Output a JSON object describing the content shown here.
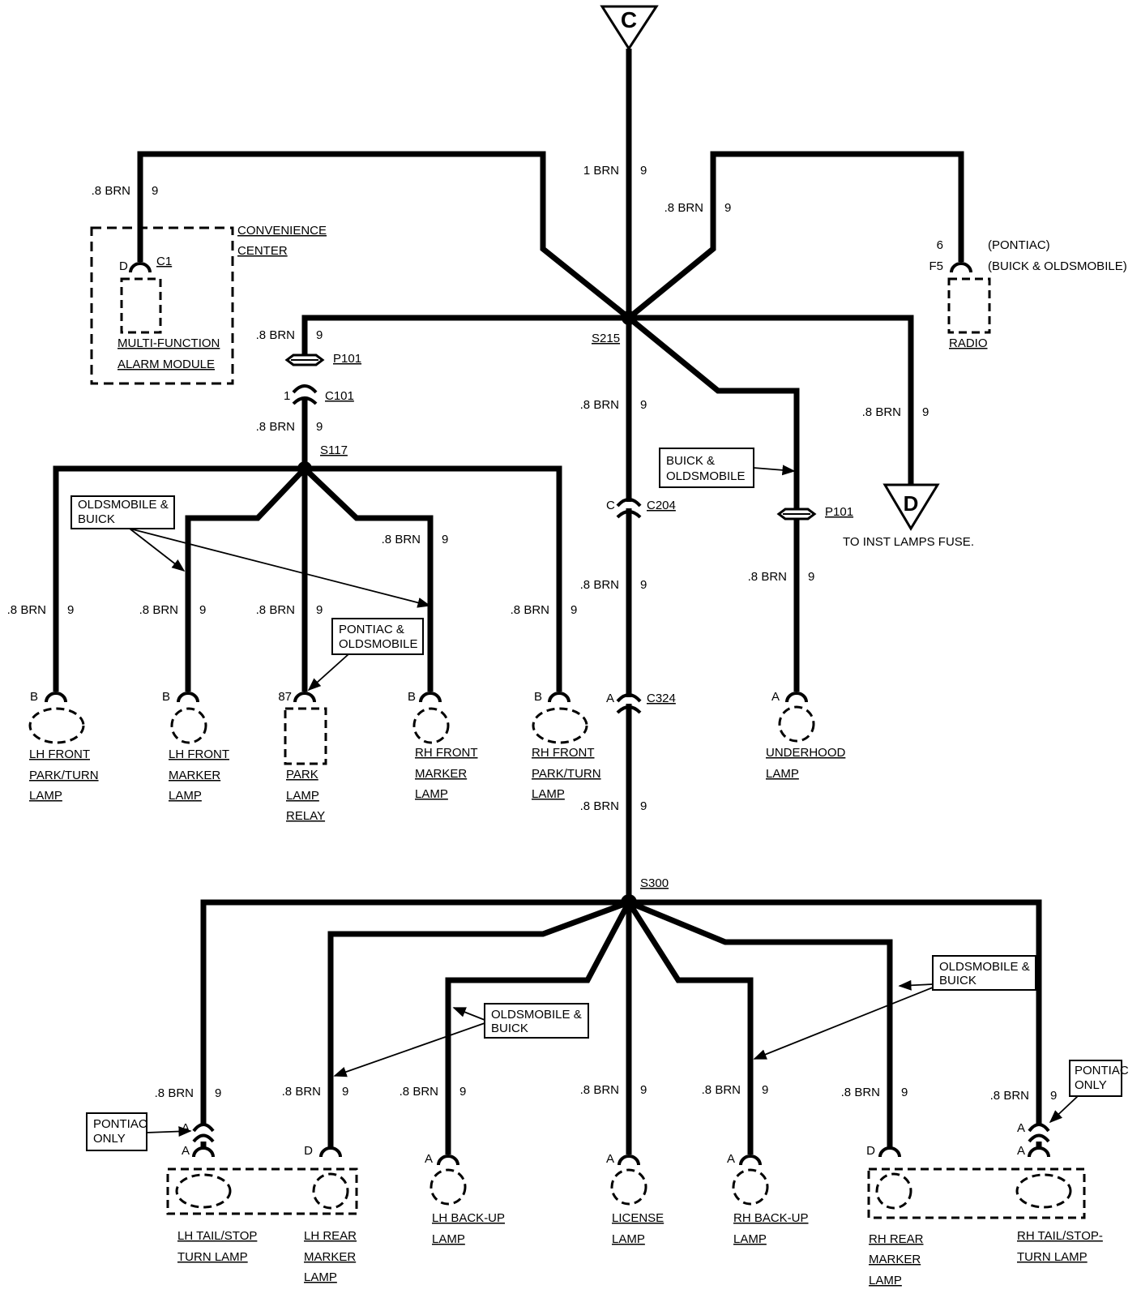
{
  "connectors": {
    "top": "C",
    "bottom": "D",
    "bottom_note": "TO INST LAMPS FUSE."
  },
  "wires": {
    "main_top": {
      "gauge": "1 BRN",
      "circuit": "9"
    },
    "to_conv": {
      "gauge": ".8 BRN",
      "circuit": "9"
    },
    "to_radio": {
      "gauge": ".8 BRN",
      "circuit": "9"
    },
    "to_p101": {
      "gauge": ".8 BRN",
      "circuit": "9"
    },
    "c101_s117": {
      "gauge": ".8 BRN",
      "circuit": "9"
    },
    "s215_c204": {
      "gauge": ".8 BRN",
      "circuit": "9"
    },
    "to_d": {
      "gauge": ".8 BRN",
      "circuit": "9"
    },
    "c204_c324": {
      "gauge": ".8 BRN",
      "circuit": "9"
    },
    "underhood": {
      "gauge": ".8 BRN",
      "circuit": "9"
    },
    "c324_s300": {
      "gauge": ".8 BRN",
      "circuit": "9"
    },
    "lh_park": {
      "gauge": ".8 BRN",
      "circuit": "9"
    },
    "lh_marker": {
      "gauge": ".8 BRN",
      "circuit": "9"
    },
    "relay": {
      "gauge": ".8 BRN",
      "circuit": "9"
    },
    "rh_marker": {
      "gauge": ".8 BRN",
      "circuit": "9"
    },
    "rh_park": {
      "gauge": ".8 BRN",
      "circuit": "9"
    },
    "lh_tail": {
      "gauge": ".8 BRN",
      "circuit": "9"
    },
    "lh_rear_marker": {
      "gauge": ".8 BRN",
      "circuit": "9"
    },
    "lh_backup": {
      "gauge": ".8 BRN",
      "circuit": "9"
    },
    "license": {
      "gauge": ".8 BRN",
      "circuit": "9"
    },
    "rh_backup": {
      "gauge": ".8 BRN",
      "circuit": "9"
    },
    "rh_rear_marker": {
      "gauge": ".8 BRN",
      "circuit": "9"
    },
    "rh_tail": {
      "gauge": ".8 BRN",
      "circuit": "9"
    }
  },
  "splices": {
    "s215": "S215",
    "s117": "S117",
    "s300": "S300"
  },
  "inline": {
    "p101_left": "P101",
    "c101": "C101",
    "c101_pin": "1",
    "c204": "C204",
    "c204_pin": "C",
    "c324": "C324",
    "c324_pin": "A",
    "p101_right": "P101"
  },
  "components": {
    "conv_center": [
      "CONVENIENCE",
      "CENTER"
    ],
    "alarm_module": [
      "MULTI-FUNCTION",
      "ALARM MODULE"
    ],
    "alarm_pin": "D",
    "alarm_conn": "C1",
    "radio": "RADIO",
    "radio_pin_pontiac": "6",
    "radio_pin_bo": "F5",
    "radio_note_pontiac": "(PONTIAC)",
    "radio_note_bo": "(BUICK & OLDSMOBILE)",
    "lh_front_park": [
      "LH FRONT",
      "PARK/TURN",
      "LAMP"
    ],
    "lh_front_marker": [
      "LH FRONT",
      "MARKER",
      "LAMP"
    ],
    "park_relay": [
      "PARK",
      "LAMP",
      "RELAY"
    ],
    "rh_front_marker": [
      "RH FRONT",
      "MARKER",
      "LAMP"
    ],
    "rh_front_park": [
      "RH FRONT",
      "PARK/TURN",
      "LAMP"
    ],
    "underhood": [
      "UNDERHOOD",
      "LAMP"
    ],
    "lh_tail": [
      "LH TAIL/STOP",
      "TURN LAMP"
    ],
    "lh_rear_marker": [
      "LH REAR",
      "MARKER",
      "LAMP"
    ],
    "lh_backup": [
      "LH BACK-UP",
      "LAMP"
    ],
    "license": [
      "LICENSE",
      "LAMP"
    ],
    "rh_backup": [
      "RH BACK-UP",
      "LAMP"
    ],
    "rh_rear_marker": [
      "RH REAR",
      "MARKER",
      "LAMP"
    ],
    "rh_tail": [
      "RH TAIL/STOP-",
      "TURN LAMP"
    ]
  },
  "pins": {
    "lh_park": "B",
    "lh_marker": "B",
    "relay": "87",
    "rh_marker": "B",
    "rh_park": "B",
    "underhood": "A",
    "lh_tail_a1": "A",
    "lh_tail_a2": "A",
    "lh_rear_marker": "D",
    "lh_backup": "A",
    "license": "A",
    "rh_backup": "A",
    "rh_rear_marker": "D",
    "rh_tail_a1": "A",
    "rh_tail_a2": "A"
  },
  "notes": {
    "bo_p101": [
      "BUICK &",
      "OLDSMOBILE"
    ],
    "ob_front": [
      "OLDSMOBILE &",
      "BUICK"
    ],
    "po_relay": [
      "PONTIAC &",
      "OLDSMOBILE"
    ],
    "ob_rear_left": [
      "OLDSMOBILE &",
      "BUICK"
    ],
    "ob_rear_right": [
      "OLDSMOBILE &",
      "BUICK"
    ],
    "pontiac_left": [
      "PONTIAC",
      "ONLY"
    ],
    "pontiac_right": [
      "PONTIAC",
      "ONLY"
    ]
  }
}
